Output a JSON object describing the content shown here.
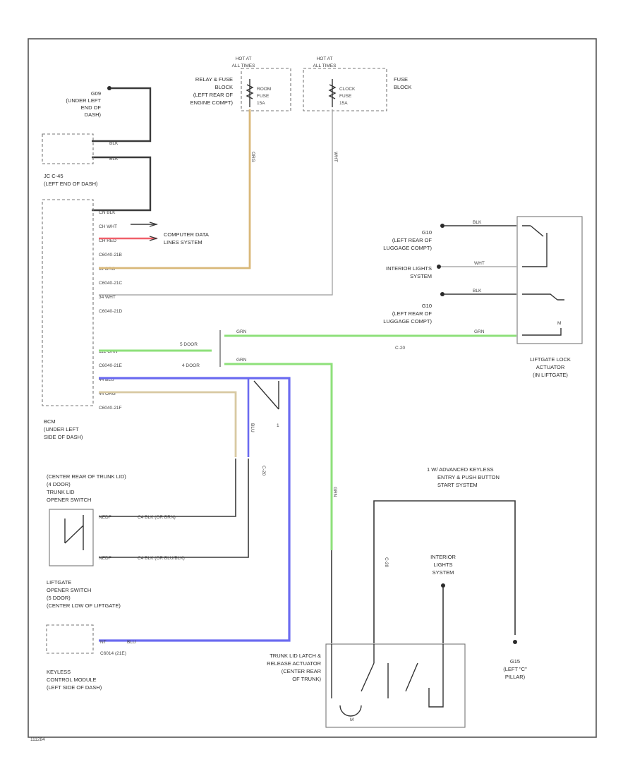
{
  "diagram": {
    "corner_code": "111284",
    "ground_g09": {
      "id": "G09",
      "lines": [
        "(UNDER LEFT",
        "END OF",
        "DASH)"
      ]
    },
    "jc_connector": {
      "lines": [
        "JC C-45",
        "(LEFT END OF DASH)"
      ]
    },
    "bcm_pins": [
      "CN BLK",
      "CH WHT",
      "CH RED",
      "C6040-21B",
      "11 ORG",
      "C6040-21C",
      "34 WHT",
      "C6040-21D",
      "112 GRN",
      "C6040-21E",
      "44 BLU",
      "44 ORG",
      "C6040-21F"
    ],
    "computer_data_lines": [
      "COMPUTER DATA",
      "LINES SYSTEM"
    ],
    "bcm": {
      "lines": [
        "BCM",
        "(UNDER LEFT",
        "SIDE OF DASH)"
      ]
    },
    "hot_at_all_times": [
      "HOT AT",
      "ALL TIMES"
    ],
    "relay_fuse_block": {
      "lines": [
        "RELAY & FUSE",
        "BLOCK",
        "(LEFT REAR OF",
        "ENGINE COMPT)"
      ]
    },
    "room_fuse": {
      "lines": [
        "ROOM",
        "FUSE",
        "15A"
      ]
    },
    "clock_fuse": {
      "lines": [
        "CLOCK",
        "FUSE",
        "15A"
      ]
    },
    "fuse_block": {
      "lines": [
        "FUSE",
        "BLOCK"
      ]
    },
    "wire_label_orange": "ORG",
    "wire_label_white": "WHT",
    "wire_blk": "BLK",
    "wire_grn": "GRN",
    "wire_blu": "BLU",
    "wire_wht": "WHT",
    "ground_g10": {
      "id": "G10",
      "lines": [
        "(LEFT REAR OF",
        "LUGGAGE COMPT)"
      ]
    },
    "interior_lights_right": {
      "lines": [
        "INTERIOR LIGHTS",
        "SYSTEM"
      ]
    },
    "ground_g10b": {
      "id": "G10",
      "lines": [
        "(LEFT REAR OF",
        "LUGGAGE COMPT)"
      ]
    },
    "liftgate_lock": {
      "lines": [
        "LIFTGATE LOCK",
        "ACTUATOR",
        "(IN LIFTGATE)"
      ]
    },
    "five_door": "5 DOOR",
    "four_door": "4 DOOR",
    "c20_label": "C-20",
    "c20_vertical": "C-20",
    "trunk_opener": {
      "lines": [
        "(CENTER REAR OF TRUNK LID)",
        "(4 DOOR)",
        "TRUNK LID",
        "OPENER SWITCH"
      ]
    },
    "trunk_pins": [
      "NEDF",
      "C4 BLK (OR BRN)",
      "NEDF",
      "C4 BLK (OR BLU/BLK)"
    ],
    "liftgate_opener": {
      "lines": [
        "LIFTGATE",
        "OPENER SWITCH",
        "(5 DOOR)",
        "(CENTER LOW OF LIFTGATE)"
      ]
    },
    "keyless_module": {
      "lines": [
        "KEYLESS",
        "CONTROL MODULE",
        "(LEFT SIDE OF DASH)"
      ]
    },
    "keyless_pins": [
      "NT",
      "BLU",
      "C6014 (21E)"
    ],
    "note_1": {
      "lines": [
        "1  W/ ADVANCED KEYLESS",
        "ENTRY & PUSH BUTTON",
        "START SYSTEM"
      ]
    },
    "interior_lights_bottom": {
      "lines": [
        "INTERIOR",
        "LIGHTS",
        "SYSTEM"
      ]
    },
    "trunk_latch": {
      "lines": [
        "TRUNK LID LATCH &",
        "RELEASE ACTUATOR",
        "(CENTER REAR",
        "OF TRUNK)"
      ]
    },
    "ground_g15": {
      "id": "G15",
      "lines": [
        "(LEFT \"C\"",
        "PILLAR)"
      ]
    },
    "motor_label": "M",
    "marker_1": "1"
  }
}
